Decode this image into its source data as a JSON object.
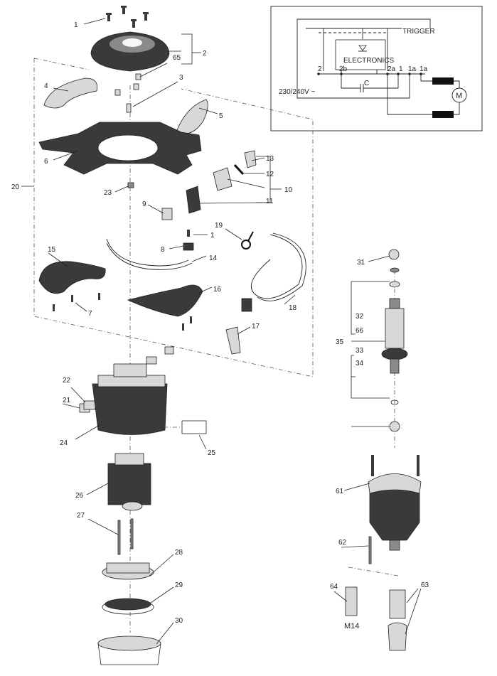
{
  "schematic": {
    "trigger_label": "TRIGGER",
    "electronics_label": "ELECTRONICS",
    "voltage_label": "230/240V ~",
    "capacitor_label": "C",
    "motor_label": "M",
    "terminals": [
      "2",
      "2b",
      "2a",
      "1",
      "1a",
      "1a"
    ]
  },
  "callouts": {
    "c1": "1",
    "c2": "2",
    "c65": "65",
    "c3": "3",
    "c4": "4",
    "c5": "5",
    "c6": "6",
    "c13": "13",
    "c12": "12",
    "c10": "10",
    "c11": "11",
    "c20": "20",
    "c23": "23",
    "c9": "9",
    "c19": "19",
    "c8": "8",
    "c1b": "1",
    "c15": "15",
    "c14": "14",
    "c16": "16",
    "c18": "18",
    "c7": "7",
    "c17": "17",
    "c22": "22",
    "c21": "21",
    "c24": "24",
    "c25": "25",
    "c26": "26",
    "c27": "27",
    "c28": "28",
    "c29": "29",
    "c30": "30",
    "c31": "31",
    "c32": "32",
    "c66": "66",
    "c35": "35",
    "c33": "33",
    "c34": "34",
    "c61": "61",
    "c62": "62",
    "c63": "63",
    "c64": "64"
  },
  "thread_label": "M14"
}
